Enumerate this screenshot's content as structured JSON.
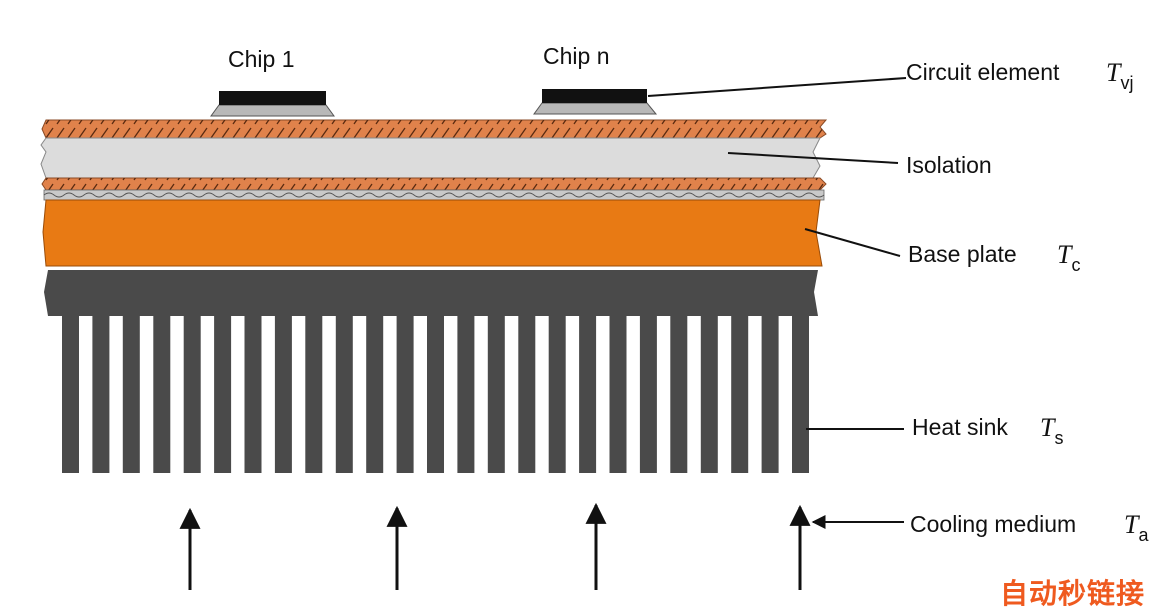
{
  "labels": {
    "chip1": "Chip 1",
    "chipn": "Chip n",
    "circuit": "Circuit element",
    "circuit_sym": "T",
    "circuit_sub": "vj",
    "isolation": "Isolation",
    "base": "Base plate",
    "base_sym": "T",
    "base_sub": "c",
    "sink": "Heat sink",
    "sink_sym": "T",
    "sink_sub": "s",
    "cooling": "Cooling medium",
    "cooling_sym": "T",
    "cooling_sub": "a"
  },
  "watermark": "自动秒链接",
  "colors": {
    "copper": "#e0824b",
    "base_plate": "#e87a14",
    "isolation": "#dcdcdc",
    "heat_sink": "#4a4a4a",
    "chip": "#111111",
    "solder": "#b8b8b8",
    "watermark": "#ef5a1f"
  }
}
